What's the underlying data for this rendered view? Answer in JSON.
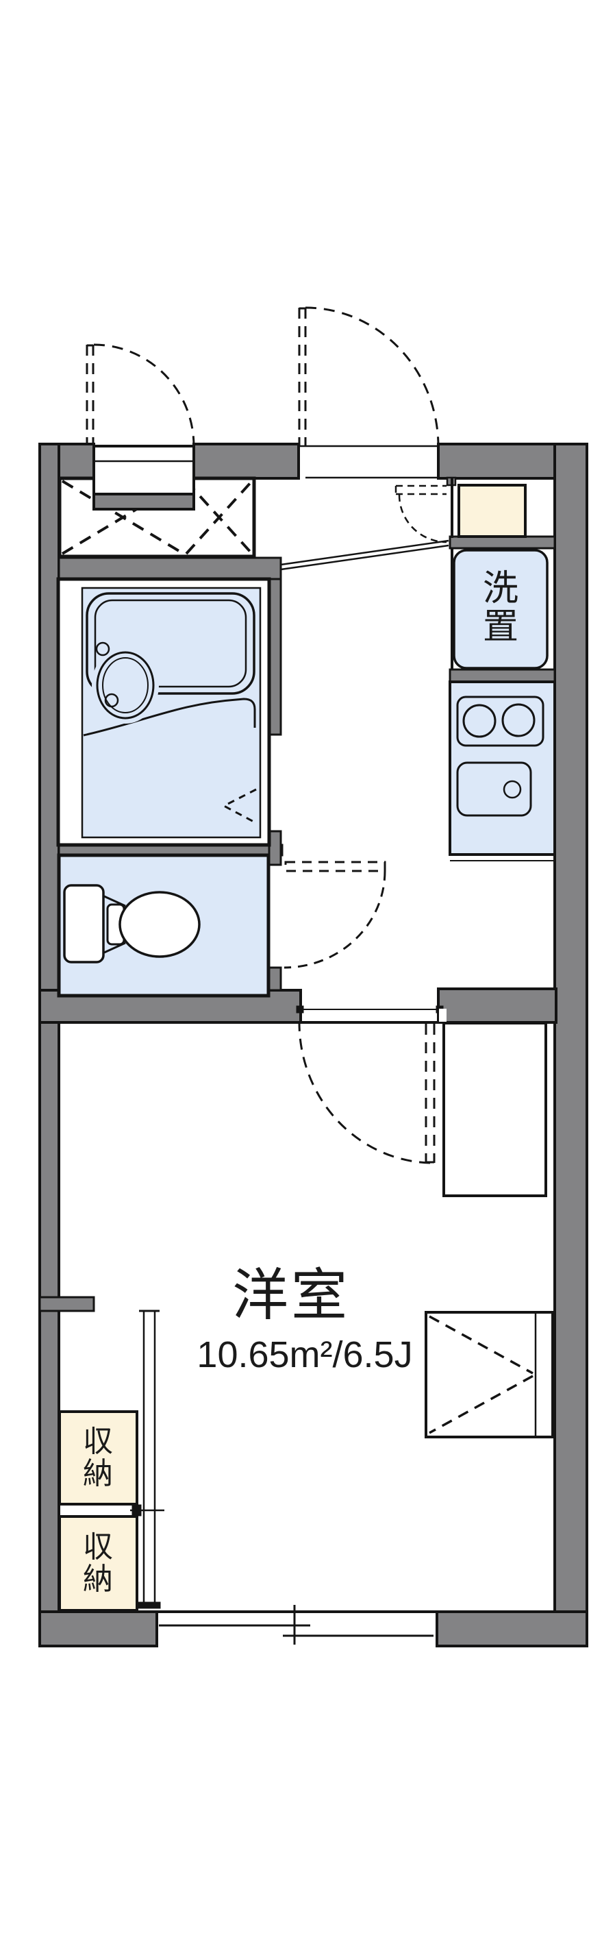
{
  "floorplan": {
    "rooms": {
      "main": {
        "name": "洋室",
        "area": "10.65m²/6.5J"
      },
      "washer_space": {
        "label": "洗置"
      },
      "storage_upper": {
        "label": "収納"
      },
      "storage_lower": {
        "label": "収納"
      }
    },
    "colors": {
      "wall": "#838385",
      "line": "#141414",
      "water_fill": "#dce8f8",
      "storage_fill": "#fcf3dc",
      "background": "#ffffff"
    }
  }
}
